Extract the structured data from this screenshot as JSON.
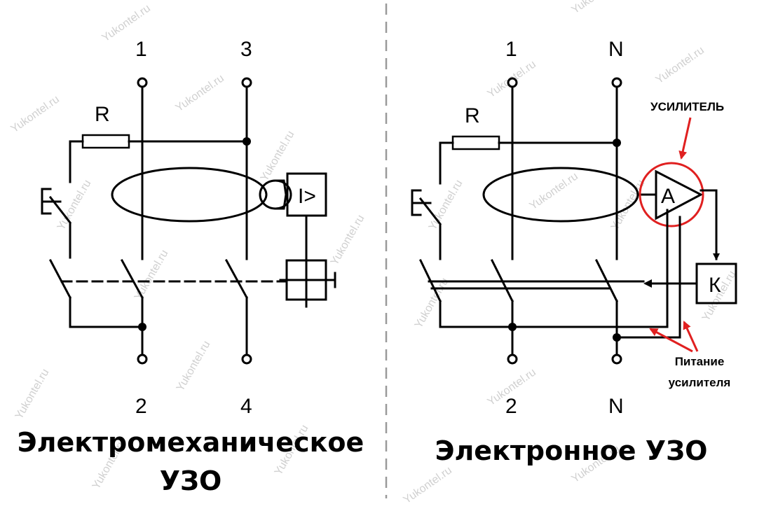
{
  "left": {
    "terminal_labels": {
      "t1": "1",
      "t3": "3",
      "t2": "2",
      "t4": "4"
    },
    "resistor_label": "R",
    "relay_label": "I>",
    "caption_line1": "Электромеханическое",
    "caption_line2": "УЗО"
  },
  "right": {
    "terminal_labels": {
      "t1": "1",
      "tN_top": "N",
      "t2": "2",
      "tN_bottom": "N"
    },
    "resistor_label": "R",
    "amplifier_label": "A",
    "relay_label": "К",
    "annotation_amplifier": "УСИЛИТЕЛЬ",
    "annotation_power_line1": "Питание",
    "annotation_power_line2": "усилителя",
    "caption": "Электронное УЗО"
  },
  "watermark": "Yukontel.ru",
  "colors": {
    "line": "#000000",
    "highlight": "#e02020",
    "watermark": "#bdbdbd"
  }
}
